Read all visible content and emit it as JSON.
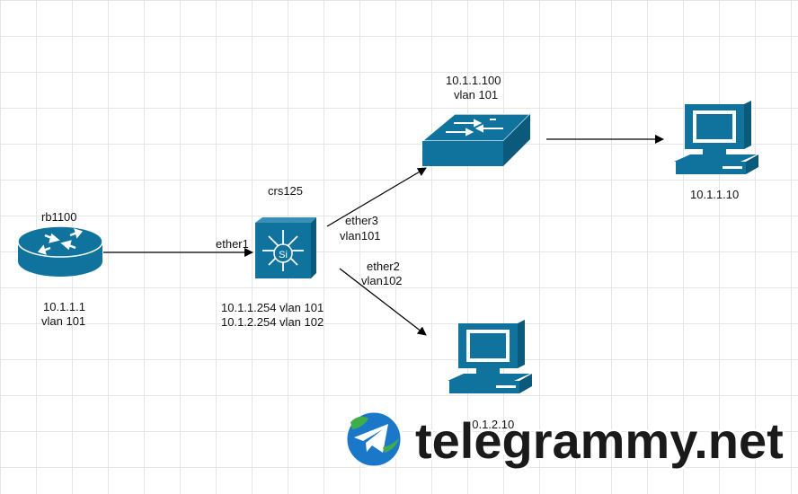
{
  "colors": {
    "device_fill": "#10739e",
    "device_stroke": "#ffffff",
    "arrow": "#000000"
  },
  "nodes": {
    "router": {
      "name": "rb1100",
      "ip": "10.1.1.1",
      "vlan": "vlan 101",
      "icon": "router-icon"
    },
    "core_switch": {
      "name": "crs125",
      "ip1": "10.1.1.254 vlan 101",
      "ip2": "10.1.2.254 vlan 102",
      "icon": "layer3-switch-icon"
    },
    "access_switch": {
      "ip": "10.1.1.100",
      "vlan": "vlan 101",
      "icon": "switch-icon"
    },
    "pc_top": {
      "ip": "10.1.1.10",
      "icon": "workstation-icon"
    },
    "pc_bottom": {
      "ip": "10.1.2.10",
      "icon": "workstation-icon"
    }
  },
  "links": {
    "router_to_core": {
      "port": "ether1"
    },
    "core_to_access": {
      "port": "ether3",
      "vlan": "vlan101"
    },
    "core_to_pc_bottom": {
      "port": "ether2",
      "vlan": "vlan102"
    }
  },
  "watermark": {
    "text": "telegrammy.net",
    "icon": "telegram-logo-icon"
  }
}
